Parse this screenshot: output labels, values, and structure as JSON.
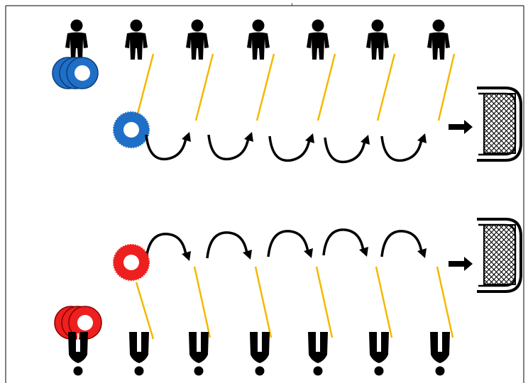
{
  "drill": {
    "top_tick": ",",
    "colors": {
      "top_team": "#1f6fc7",
      "bottom_team": "#ee1f1f",
      "stick_line": "#f5b800",
      "figure": "#000000",
      "goal_net": "#000000",
      "background": "#ffffff"
    },
    "top_row": {
      "players_count": 7,
      "stick_lines_count": 6,
      "curved_arrows_count": 5,
      "ring_stack_count": 3
    },
    "bottom_row": {
      "players_count": 7,
      "stick_lines_count": 6,
      "curved_arrows_count": 5,
      "ring_stack_count": 3
    },
    "icons": {
      "player": "person-icon",
      "ring": "ring-icon",
      "arrow": "curved-arrow-icon",
      "goal": "goal-net-icon",
      "shot": "right-arrow-icon"
    }
  }
}
